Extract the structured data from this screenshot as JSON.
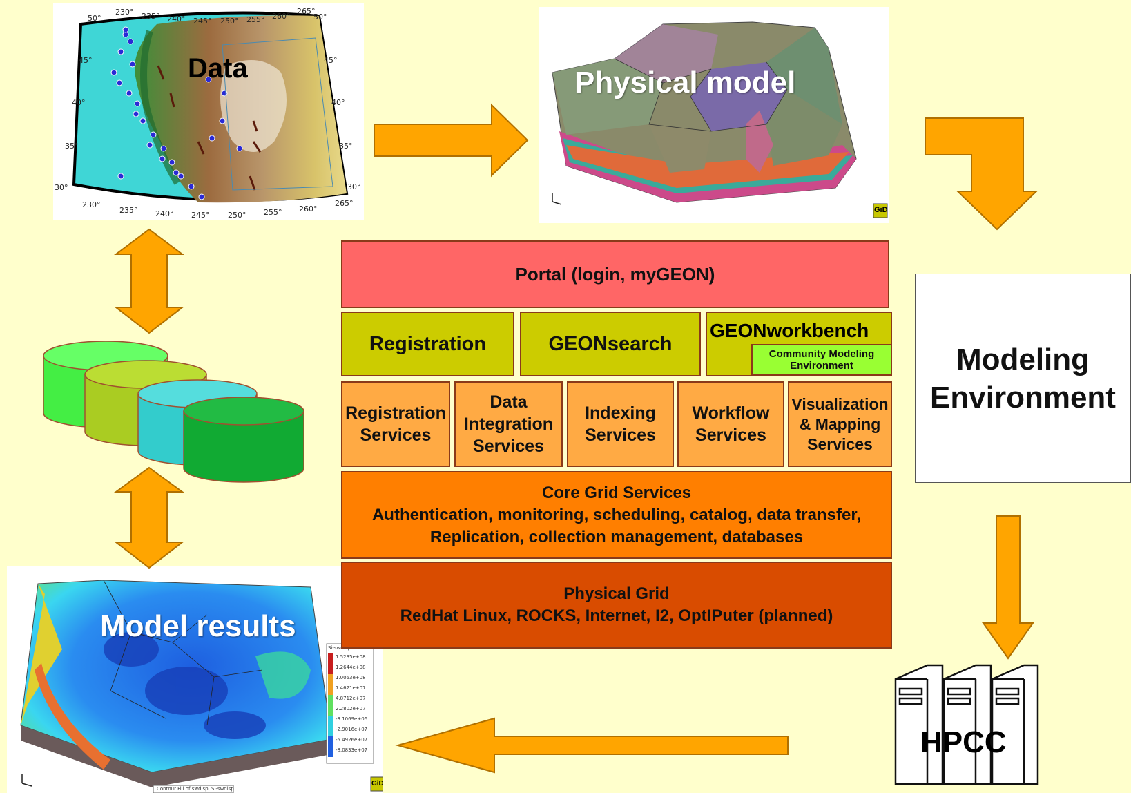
{
  "stack": {
    "portal": "Portal (login, myGEON)",
    "registration": "Registration",
    "geonsearch": "GEONsearch",
    "workbench": "GEONworkbench",
    "community": "Community Modeling\nEnvironment",
    "services": [
      "Registration\nServices",
      "Data\nIntegration\nServices",
      "Indexing\nServices",
      "Workflow\nServices",
      "Visualization\n& Mapping\nServices"
    ],
    "core_title": "Core Grid Services",
    "core_line1": "Authentication, monitoring, scheduling, catalog, data transfer,",
    "core_line2": "Replication, collection management, databases",
    "physical_title": "Physical Grid",
    "physical_line": "RedHat Linux, ROCKS, Internet, I2, OptIPuter (planned)"
  },
  "panels": {
    "data_label": "Data",
    "physical_model_label": "Physical model",
    "model_results_label": "Model results",
    "gid_logo": "GiD",
    "legend_title": "Si-swdisp",
    "legend_values": [
      "1.5235e+08",
      "1.2644e+08",
      "1.0053e+08",
      "7.4621e+07",
      "4.8712e+07",
      "2.2802e+07",
      "-3.1069e+06",
      "-2.9016e+07",
      "-5.4926e+07",
      "-8.0833e+07"
    ],
    "contour_caption": "Contour Fill of swdisp, Si-swdisp.",
    "map_lon_top": [
      "230°",
      "235°",
      "240°",
      "245°",
      "250°",
      "255°",
      "260°",
      "265°"
    ],
    "map_lon_bottom": [
      "230°",
      "235°",
      "240°",
      "245°",
      "250°",
      "255°",
      "260°",
      "265°"
    ],
    "map_lat_left": [
      "50°",
      "45°",
      "40°",
      "35°",
      "30°"
    ],
    "map_lat_right": [
      "50°",
      "45°",
      "40°",
      "35°",
      "30°"
    ]
  },
  "modeling_environment": "Modeling\nEnvironment",
  "hpcc_label": "HPCC",
  "colors": {
    "background": "#ffffcc",
    "arrow": "#ffa500",
    "portal": "#ff6666",
    "middleware": "#cccc00",
    "community": "#99ff33",
    "services": "#ffaa44",
    "core": "#ff7f00",
    "physical": "#d94c00"
  }
}
